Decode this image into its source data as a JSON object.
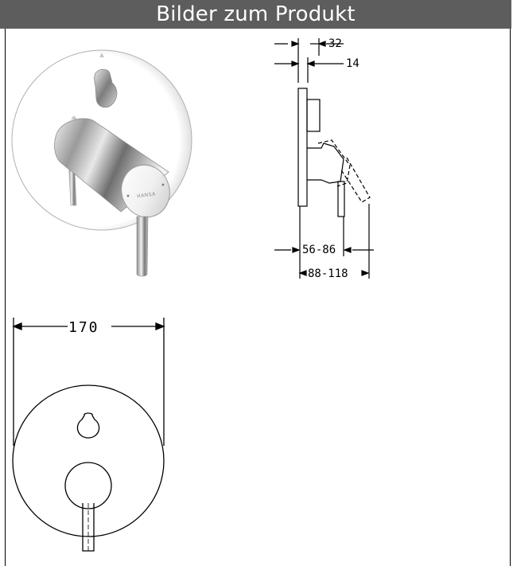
{
  "header": {
    "title": "Bilder zum Produkt"
  },
  "product_photo": {
    "brand_mark": "HANSA"
  },
  "side_drawing": {
    "dimensions": {
      "d32": "32",
      "d14": "14",
      "d56_86": "56-86",
      "d88_118": "88-118"
    }
  },
  "front_drawing": {
    "dimensions": {
      "width": "170"
    }
  },
  "colors": {
    "header_bg": "#5d5d5d",
    "header_text": "#ffffff",
    "line": "#000000"
  }
}
